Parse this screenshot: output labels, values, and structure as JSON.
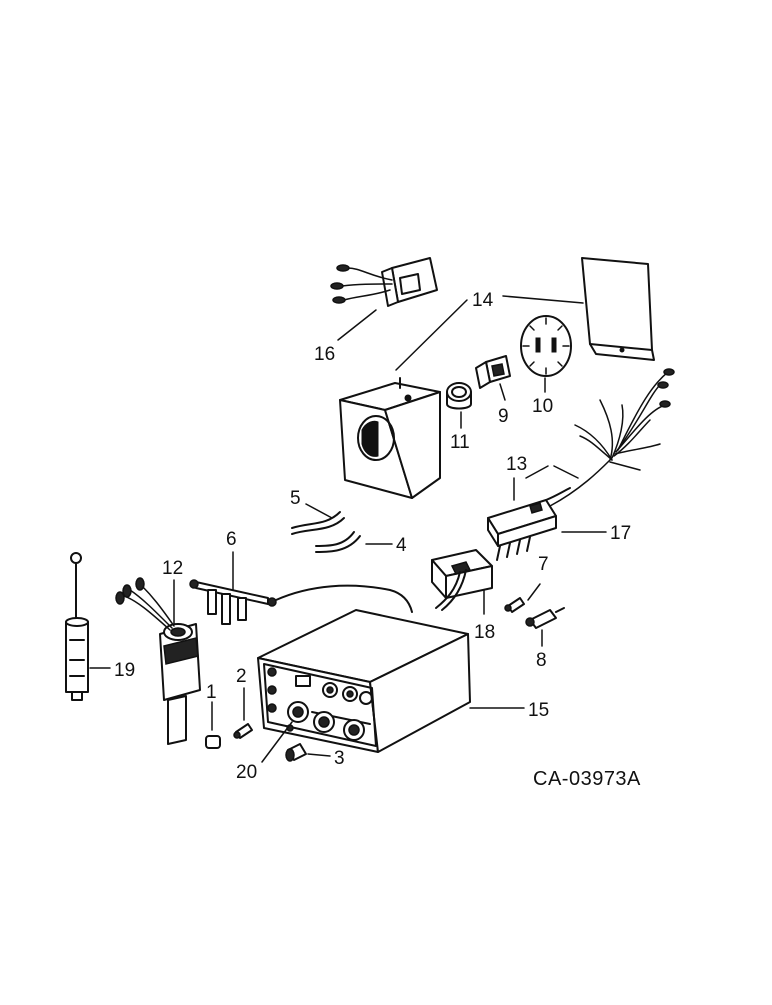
{
  "reference_code": "CA-03973A",
  "callouts": [
    {
      "id": "1",
      "text": "1"
    },
    {
      "id": "2",
      "text": "2"
    },
    {
      "id": "3",
      "text": "3"
    },
    {
      "id": "4",
      "text": "4"
    },
    {
      "id": "5",
      "text": "5"
    },
    {
      "id": "6",
      "text": "6"
    },
    {
      "id": "7",
      "text": "7"
    },
    {
      "id": "8",
      "text": "8"
    },
    {
      "id": "9",
      "text": "9"
    },
    {
      "id": "10",
      "text": "10"
    },
    {
      "id": "11",
      "text": "11"
    },
    {
      "id": "12",
      "text": "12"
    },
    {
      "id": "13",
      "text": "13"
    },
    {
      "id": "14",
      "text": "14"
    },
    {
      "id": "15",
      "text": "15"
    },
    {
      "id": "16",
      "text": "16"
    },
    {
      "id": "17",
      "text": "17"
    },
    {
      "id": "18",
      "text": "18"
    },
    {
      "id": "19",
      "text": "19"
    },
    {
      "id": "20",
      "text": "20"
    }
  ]
}
